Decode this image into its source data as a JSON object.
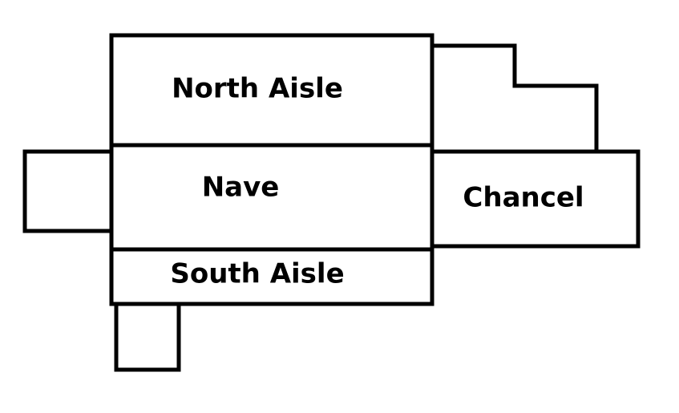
{
  "plan": {
    "rooms": {
      "north_aisle": "North Aisle",
      "nave": "Nave",
      "chancel": "Chancel",
      "south_aisle": "South Aisle"
    }
  },
  "colors": {
    "line": "#000000",
    "background": "#ffffff"
  }
}
